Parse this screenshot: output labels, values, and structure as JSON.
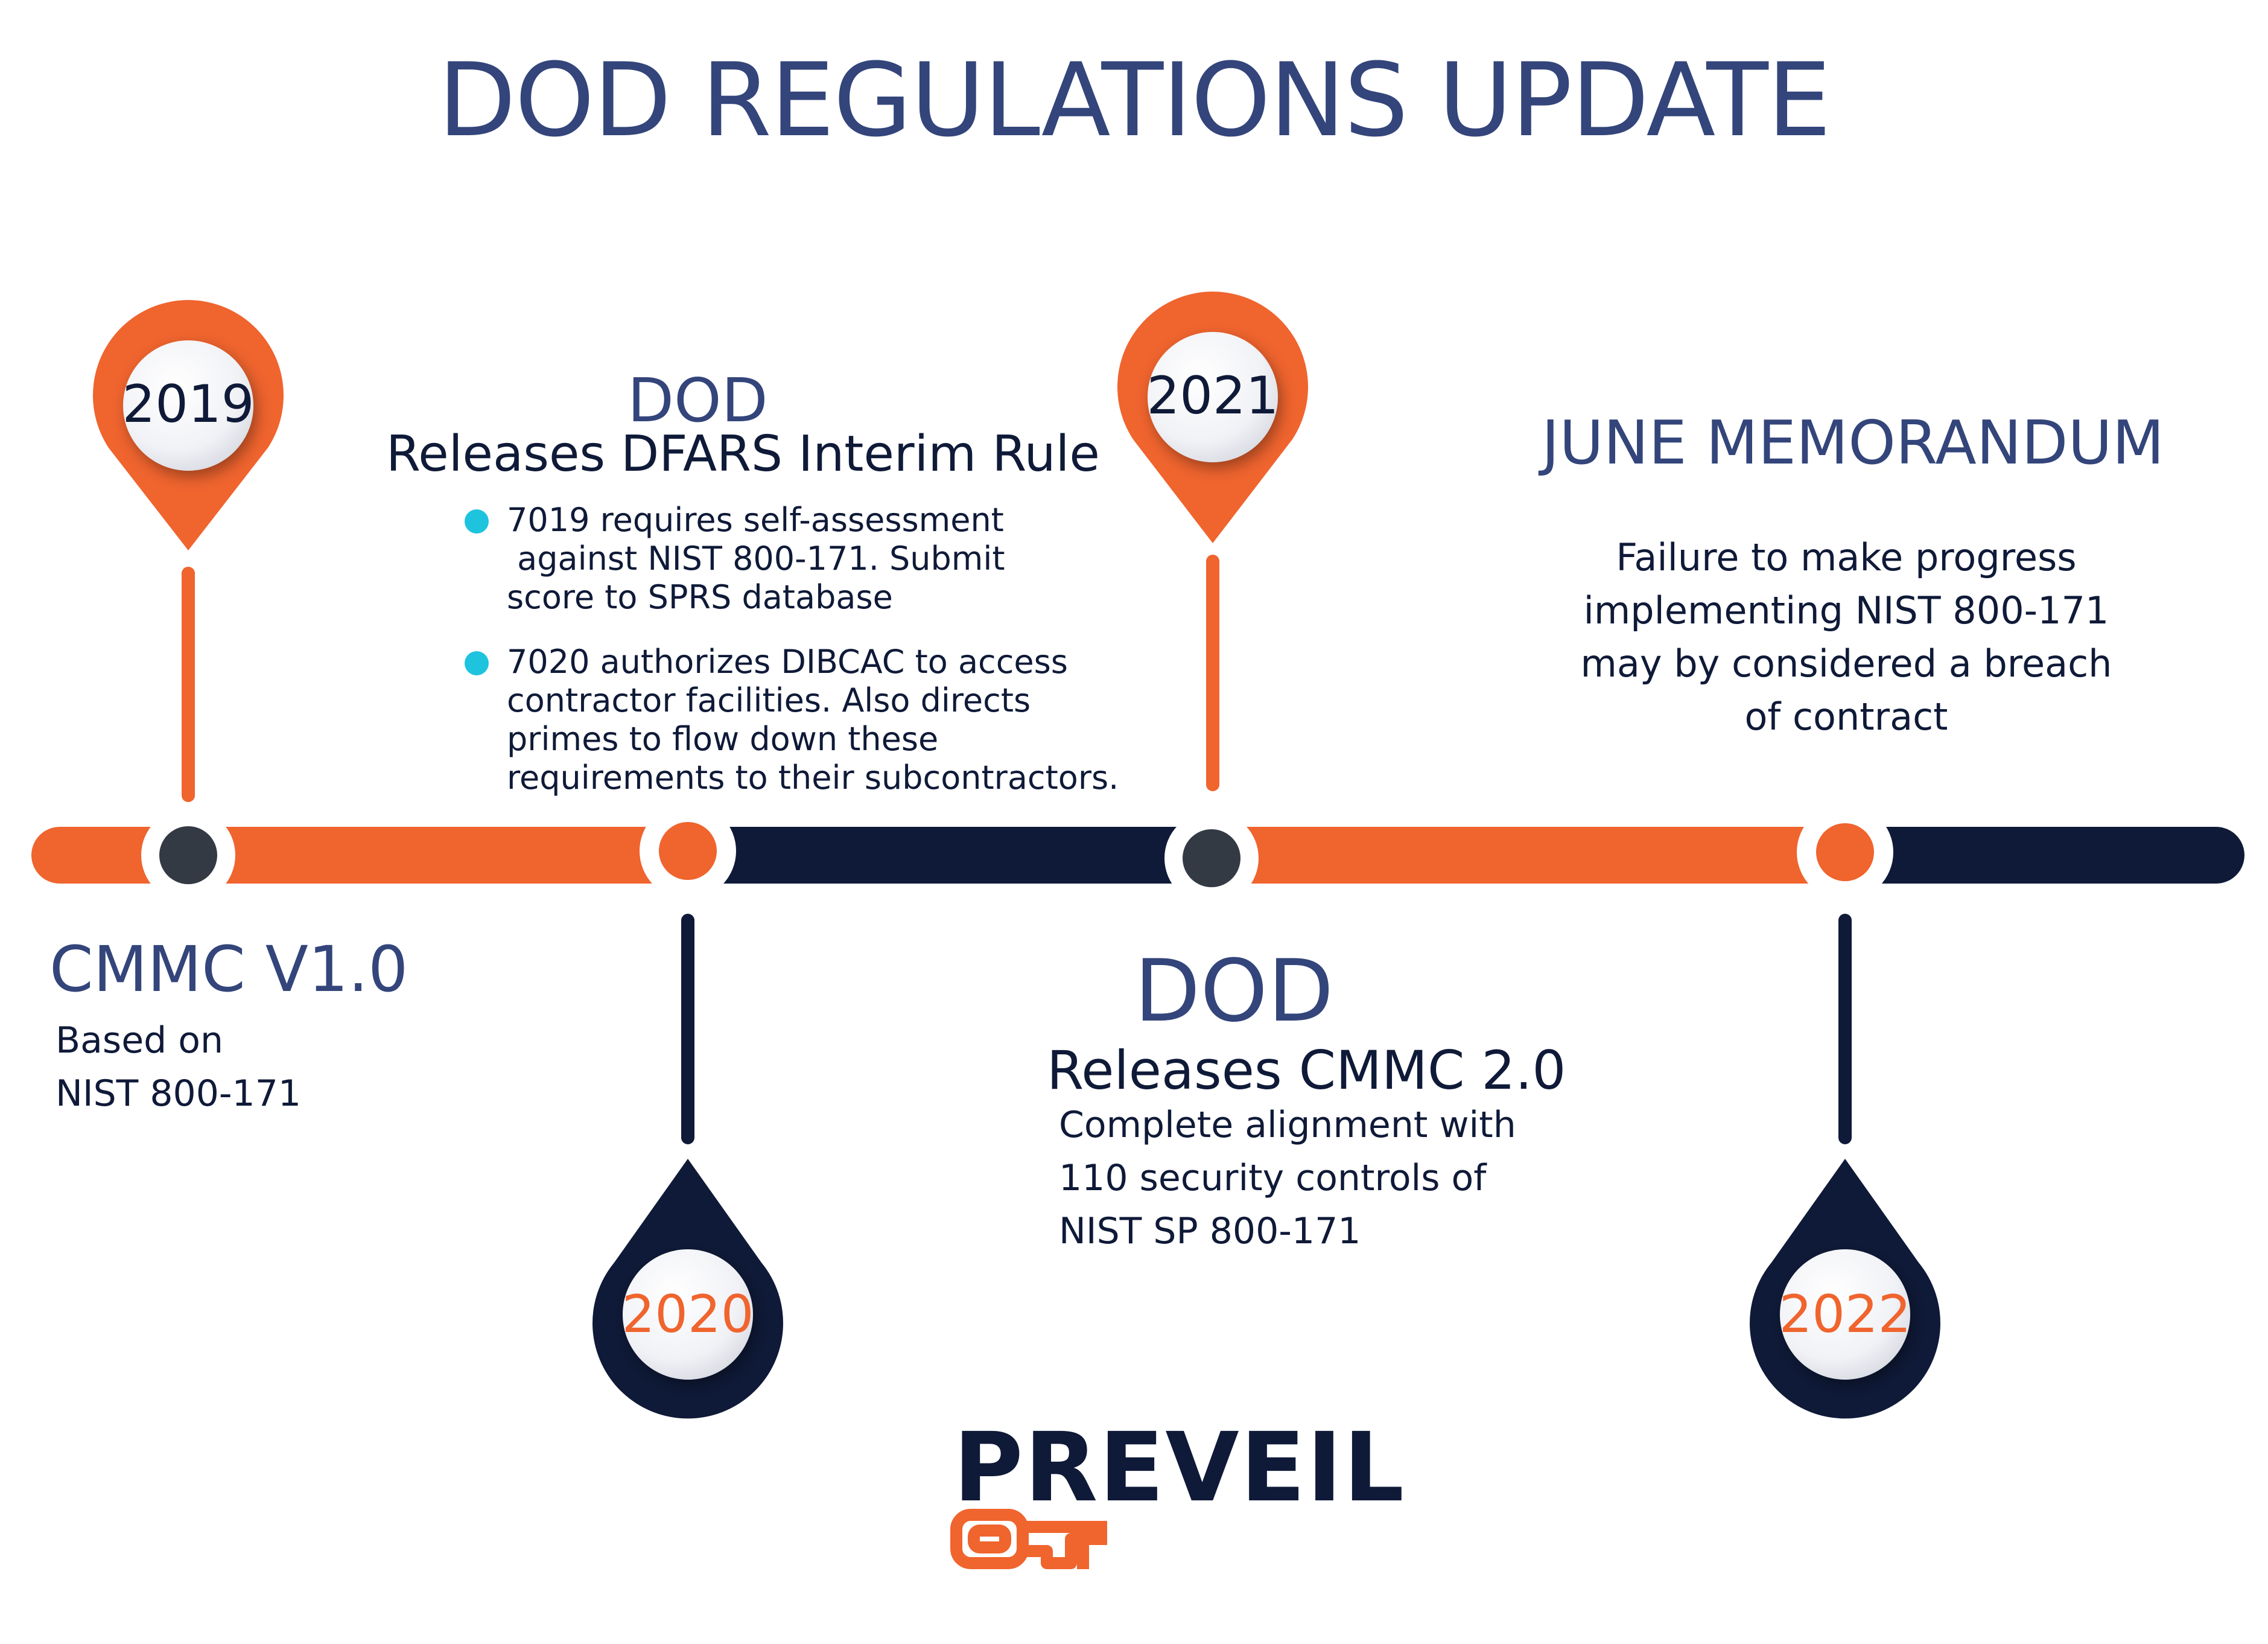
{
  "title": "DOD REGULATIONS UPDATE",
  "colors": {
    "orange": "#f0642e",
    "navy": "#0f1a38",
    "heading_blue": "#33457a",
    "bullet_cyan": "#1ec3de",
    "dot_gray": "#333a44"
  },
  "milestones": [
    {
      "year": "2019",
      "pin": "orange-pin-icon",
      "heading": "CMMC V1.0",
      "body": [
        "Based on",
        "NIST 800-171"
      ]
    },
    {
      "year": "2020",
      "pin": "navy-drop-pin-icon",
      "heading_top": "DOD",
      "heading_sub": "Releases DFARS Interim Rule",
      "bullets": [
        {
          "lines": [
            "7019 requires self-assessment",
            " against NIST 800-171. Submit",
            "score to SPRS database"
          ]
        },
        {
          "lines": [
            "7020 authorizes DIBCAC to access",
            "contractor facilities. Also directs",
            "primes to flow down these",
            "requirements to their subcontractors."
          ]
        }
      ]
    },
    {
      "year": "2021",
      "pin": "orange-pin-icon",
      "heading_top": "DOD",
      "heading_sub": "Releases CMMC 2.0",
      "body": [
        "Complete alignment with",
        "110 security controls of",
        "NIST SP 800-171"
      ]
    },
    {
      "year": "2022",
      "pin": "navy-drop-pin-icon",
      "heading": "JUNE MEMORANDUM",
      "body": [
        "Failure to make progress",
        "implementing NIST 800-171",
        "may by considered a breach",
        "of contract"
      ]
    }
  ],
  "brand": {
    "name": "PREVEIL",
    "logo_icon": "key-logo-icon"
  }
}
